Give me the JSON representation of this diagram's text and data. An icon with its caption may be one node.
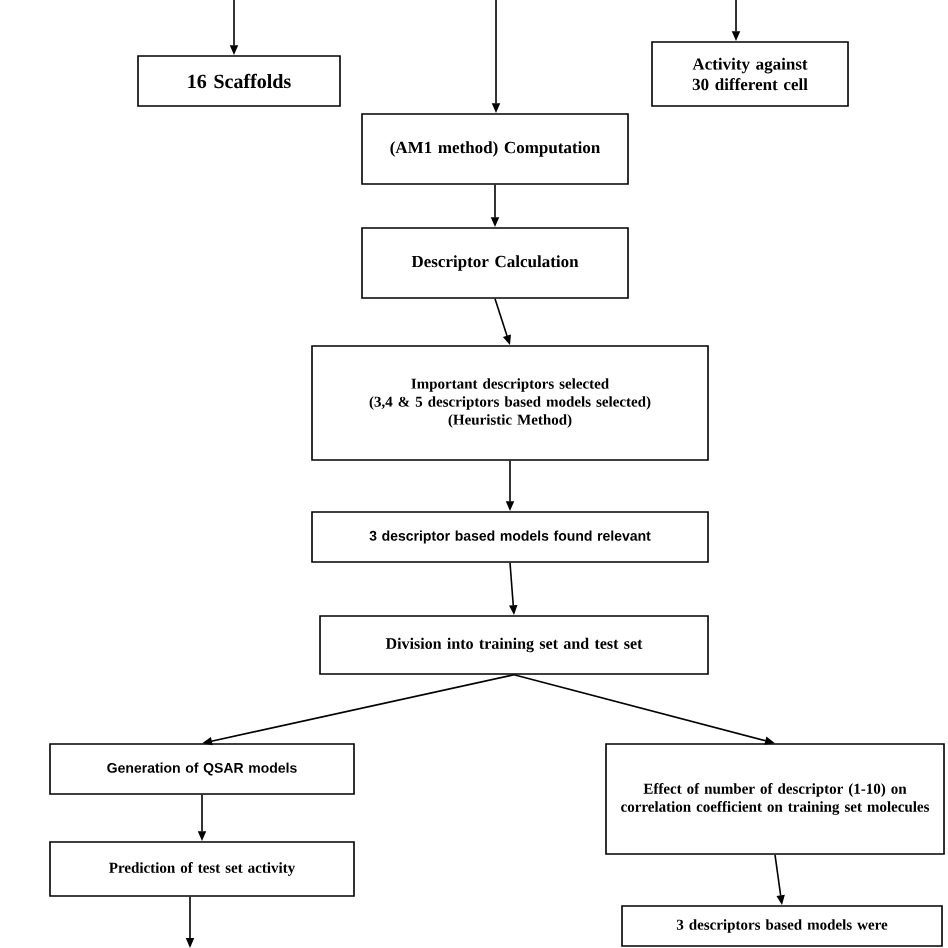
{
  "diagram": {
    "nodes": [
      {
        "text": [
          "16 Scaffolds"
        ]
      },
      {
        "text": [
          "Activity against 30 different cell"
        ]
      },
      {
        "text": [
          "(AM1 method) Computation"
        ]
      },
      {
        "text": [
          "Descriptor Calculation"
        ]
      },
      {
        "text": [
          "Important descriptors selected",
          "(3,4 & 5 descriptors based models selected)",
          "(Heuristic Method)"
        ]
      },
      {
        "text": [
          "3 descriptor based models found relevant"
        ]
      },
      {
        "text": [
          "Division into training set and test set"
        ]
      },
      {
        "text": [
          "Generation of QSAR models"
        ]
      },
      {
        "text": [
          "Prediction of test set activity"
        ]
      },
      {
        "text": [
          "Effect of number of descriptor (1-10) on correlation coefficient on training set molecules"
        ]
      },
      {
        "text": [
          "3 descriptors based models were"
        ]
      }
    ],
    "edges": [
      {
        "from": null,
        "to": 0,
        "arrow": "to"
      },
      {
        "from": null,
        "to": 2,
        "arrow": "to"
      },
      {
        "from": null,
        "to": 1,
        "arrow": "to"
      },
      {
        "from": 2,
        "to": 3,
        "arrow": "to"
      },
      {
        "from": 3,
        "to": 4,
        "arrow": "to"
      },
      {
        "from": 4,
        "to": 5,
        "arrow": "to"
      },
      {
        "from": 5,
        "to": 6,
        "arrow": "to"
      },
      {
        "from": 6,
        "to": 7,
        "arrow": "to"
      },
      {
        "from": 6,
        "to": 9,
        "arrow": "to"
      },
      {
        "from": 7,
        "to": 8,
        "arrow": "to"
      },
      {
        "from": 9,
        "to": 10,
        "arrow": "to"
      },
      {
        "from": 8,
        "to": null,
        "arrow": "to"
      }
    ]
  }
}
